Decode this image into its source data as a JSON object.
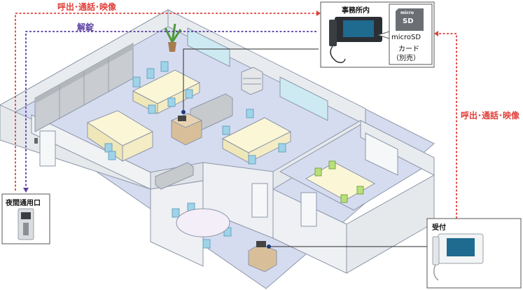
{
  "labels": {
    "call_top": "呼出･通話･映像",
    "unlock": "解錠",
    "call_right": "呼出･通話･映像"
  },
  "boxes": {
    "office": {
      "title": "事務所内"
    },
    "sd": {
      "chip_top": "micro",
      "chip_sd": "SD",
      "line1": "microSD",
      "line2": "カード",
      "line3": "（別売）"
    },
    "night": {
      "title": "夜間通用口"
    },
    "reception": {
      "title": "受付"
    }
  },
  "colors": {
    "red_line": "#e0403a",
    "purple_line": "#5a3fa0",
    "floor": "#d6dcf0",
    "wall": "#eceff1",
    "desk": "#fbf6d6",
    "chair": "#9fd3e8",
    "shelf": "#b9bcbf",
    "meeting_chair": "#b7e07a"
  }
}
